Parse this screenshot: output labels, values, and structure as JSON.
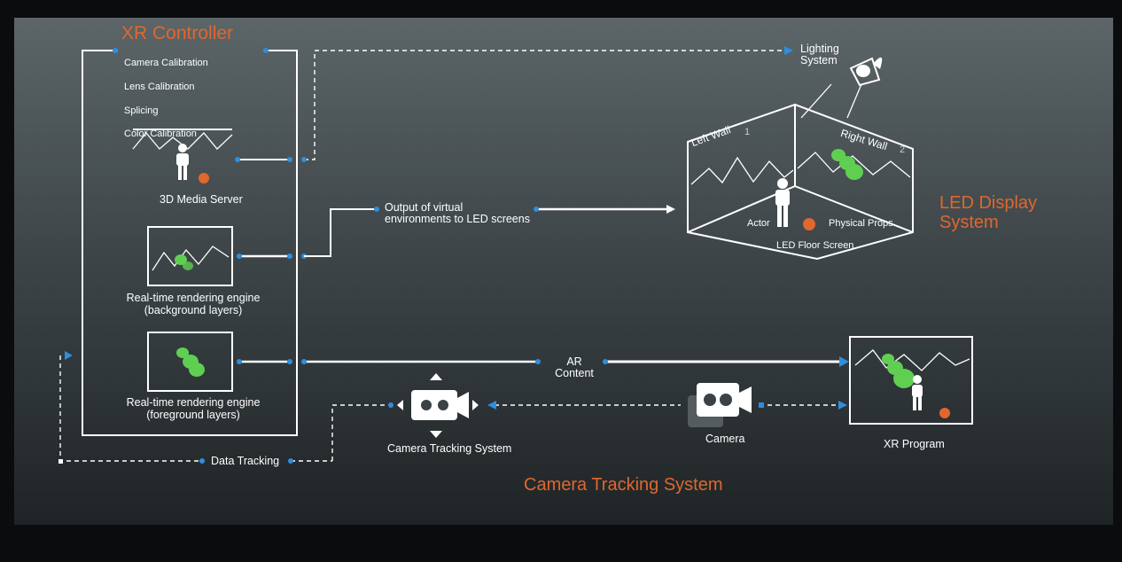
{
  "xr_controller": {
    "title": "XR Controller",
    "menu": [
      "Camera Calibration",
      "Lens Calibration",
      "Splicing",
      "Color Calibration"
    ],
    "media_server": "3D Media Server",
    "engine_bg": [
      "Real-time rendering engine",
      "(background layers)"
    ],
    "engine_fg": [
      "Real-time rendering engine",
      "(foreground layers)"
    ]
  },
  "lighting": [
    "Lighting",
    "System"
  ],
  "output_label": [
    "Output of virtual",
    "environments to LED screens"
  ],
  "led": {
    "title": [
      "LED Display",
      "System"
    ],
    "left_wall": "Left Wall",
    "right_wall": "Right Wall",
    "left_num": "1",
    "right_num": "2",
    "actor": "Actor",
    "props": "Physical Props",
    "floor": "LED Floor Screen"
  },
  "ar_content": [
    "AR",
    "Content"
  ],
  "camera_tracking_system": "Camera Tracking System",
  "camera": "Camera",
  "xr_program": "XR Program",
  "data_tracking": "Data Tracking",
  "footer_title": "Camera Tracking System",
  "colors": {
    "accent_orange": "#e0672e",
    "line_white": "#ffffff",
    "link_blue": "#2e8ee0",
    "prop_green": "#5fcf52"
  }
}
